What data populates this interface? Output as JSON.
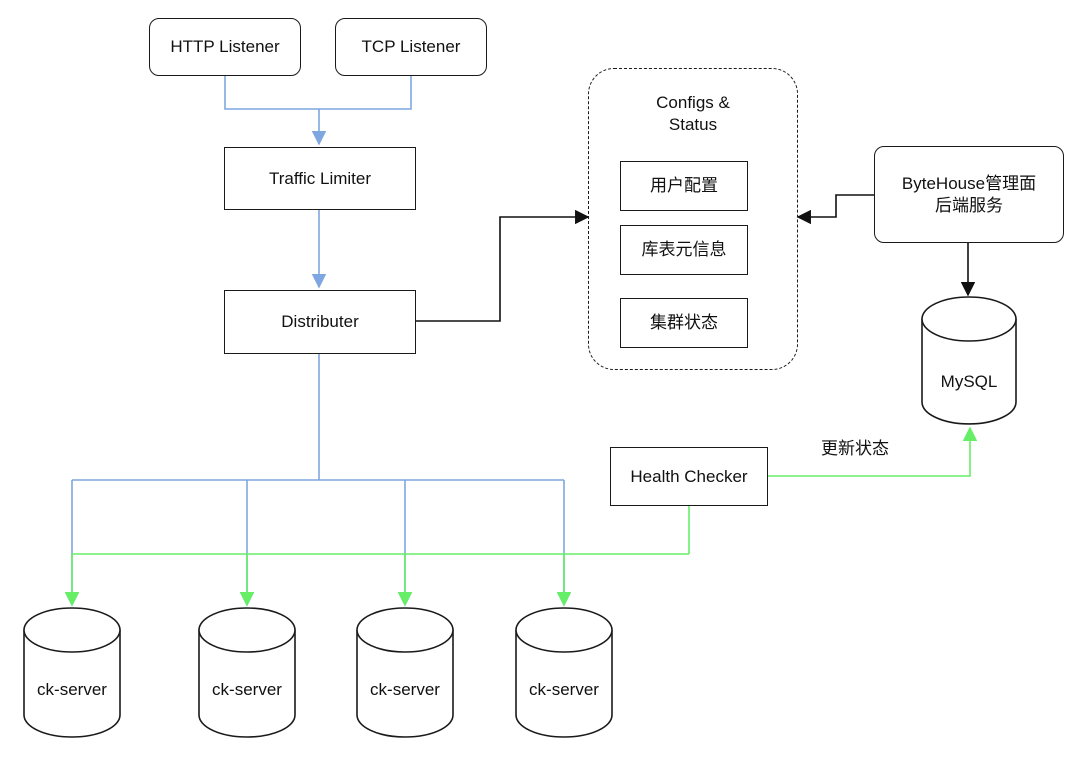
{
  "nodes": {
    "http_listener": "HTTP Listener",
    "tcp_listener": "TCP Listener",
    "traffic_limiter": "Traffic Limiter",
    "distributer": "Distributer",
    "health_checker": "Health Checker",
    "bytehouse_backend": "ByteHouse管理面\n后端服务",
    "mysql": "MySQL",
    "ck_server_1": "ck-server",
    "ck_server_2": "ck-server",
    "ck_server_3": "ck-server",
    "ck_server_4": "ck-server"
  },
  "configs_group": {
    "title": "Configs &\nStatus",
    "items": [
      "用户配置",
      "库表元信息",
      "集群状态"
    ]
  },
  "edge_labels": {
    "update_status": "更新状态"
  },
  "colors": {
    "blue_edge": "#7ea6e0",
    "green_edge": "#66ee66",
    "black_edge": "#111111"
  }
}
